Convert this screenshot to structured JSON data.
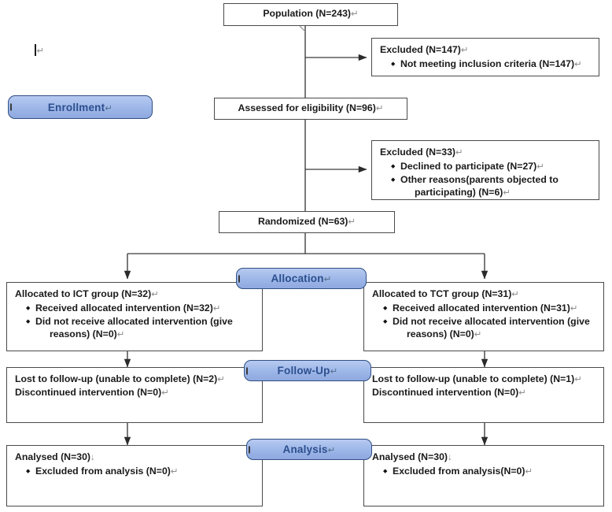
{
  "diagram": {
    "type": "CONSORT participant flow diagram",
    "pilcrow": "↵",
    "down_arrow": "↓",
    "colors": {
      "badge_fill": "#9cb6e8",
      "badge_border": "#2f4f82",
      "badge_text": "#2d4f8e",
      "box_border": "#4a4a4a",
      "box_fill": "#ffffff",
      "text": "#1a1a1a",
      "connector": "#3a3a3a"
    },
    "stage_badges": [
      {
        "key": "enrollment",
        "label": "Enrollment"
      },
      {
        "key": "allocation",
        "label": "Allocation"
      },
      {
        "key": "followup",
        "label": "Follow-Up"
      },
      {
        "key": "analysis",
        "label": "Analysis"
      }
    ],
    "nodes": {
      "population": {
        "title": "Population (N=243)"
      },
      "excluded1": {
        "title": "Excluded (N=147)",
        "bullets": [
          "Not meeting inclusion criteria (N=147)"
        ]
      },
      "assessed": {
        "title": "Assessed for eligibility (N=96)"
      },
      "excluded2": {
        "title": "Excluded (N=33)",
        "bullets": [
          "Declined to participate (N=27)",
          "Other reasons(parents objected to"
        ],
        "bullet2_cont": "participating) (N=6)"
      },
      "randomized": {
        "title": "Randomized (N=63)"
      },
      "alloc_left": {
        "title": "Allocated to ICT group (N=32)",
        "bullets": [
          "Received allocated intervention (N=32)",
          "Did not receive allocated intervention (give"
        ],
        "bullet2_cont": "reasons) (N=0)"
      },
      "alloc_right": {
        "title": "Allocated to TCT group (N=31)",
        "bullets": [
          "Received allocated intervention (N=31)",
          "Did not receive allocated intervention (give"
        ],
        "bullet2_cont": "reasons) (N=0)"
      },
      "follow_left": {
        "line1": "Lost to follow-up (unable to complete) (N=2)",
        "line2": "Discontinued intervention (N=0)"
      },
      "follow_right": {
        "line1": "Lost to follow-up (unable to complete) (N=1)",
        "line2": "Discontinued intervention (N=0)"
      },
      "analysis_left": {
        "title": "Analysed (N=30)",
        "bullets": [
          "Excluded from analysis (N=0)"
        ]
      },
      "analysis_right": {
        "title": "Analysed (N=30)",
        "bullets": [
          "Excluded from analysis(N=0)"
        ]
      }
    }
  }
}
